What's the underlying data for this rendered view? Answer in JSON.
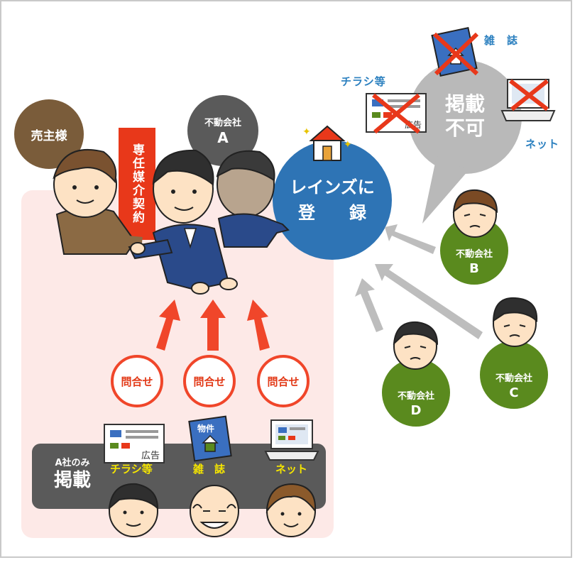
{
  "seller": {
    "label": "売主様"
  },
  "agency_a": {
    "line1": "不動会社",
    "line2": "A"
  },
  "contract": {
    "label": "専任媒介契約"
  },
  "reins": {
    "line1": "レインズに",
    "line2": "登　　録"
  },
  "not_allowed": {
    "line1": "掲載",
    "line2": "不可"
  },
  "media_top": {
    "flyer": "チラシ等",
    "magazine": "雑　誌",
    "net": "ネット"
  },
  "inquiry": {
    "label": "問合せ"
  },
  "only_a": {
    "line1": "A社のみ",
    "line2": "掲載"
  },
  "media_bottom": {
    "flyer": "チラシ等",
    "magazine": "雑　誌",
    "net": "ネット"
  },
  "flyer_ad": "広告",
  "magazine_cover": "物件",
  "other_agencies": [
    {
      "line1": "不動会社",
      "line2": "B"
    },
    {
      "line1": "不動会社",
      "line2": "C"
    },
    {
      "line1": "不動会社",
      "line2": "D"
    }
  ],
  "colors": {
    "seller": "#7a5c3a",
    "agency_a": "#5a5a5a",
    "contract": "#e8381a",
    "reins": "#2e74b5",
    "speech": "#b9b9b9",
    "green": "#5a8a1e",
    "pink_zone": "#fde9e7",
    "inquiry": "#f0462a",
    "gray_arrow": "#bdbdbd"
  }
}
